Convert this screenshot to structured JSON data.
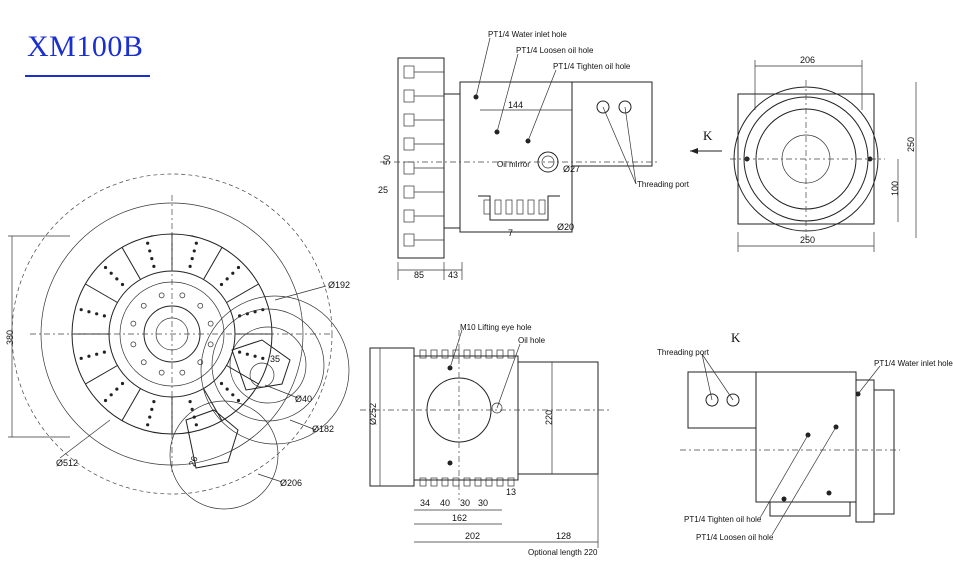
{
  "title": "XM100B",
  "front": {
    "d512": "Ø512",
    "d192": "Ø192",
    "d40": "Ø40",
    "d182": "Ø182",
    "d206": "Ø206",
    "h380": "380",
    "t35": "35",
    "t26": "26"
  },
  "side": {
    "water": "PT1/4 Water inlet hole",
    "loosen": "PT1/4 Loosen oil hole",
    "tighten": "PT1/4 Tighten oil hole",
    "d144": "144",
    "oil_mirror": "Oil mirror",
    "d27": "Ø27",
    "d50": "50",
    "d25": "25",
    "d20": "Ø20",
    "d85": "85",
    "d43": "43",
    "t7": "7",
    "threading": "Threading port",
    "k": "K"
  },
  "kview": {
    "w206": "206",
    "h250": "250",
    "h100": "100",
    "w250": "250"
  },
  "top": {
    "m10": "M10 Lifting eye hole",
    "oil_hole": "Oil hole",
    "d252": "Ø252",
    "d220": "220",
    "s34": "34",
    "s40": "40",
    "s30a": "30",
    "s30b": "30",
    "s13": "13",
    "s162": "162",
    "s202": "202",
    "s128": "128",
    "optional": "Optional length 220"
  },
  "rear": {
    "k": "K",
    "threading": "Threading port",
    "water": "PT1/4 Water inlet hole",
    "tighten": "PT1/4 Tighten oil hole",
    "loosen": "PT1/4 Loosen oil hole"
  }
}
